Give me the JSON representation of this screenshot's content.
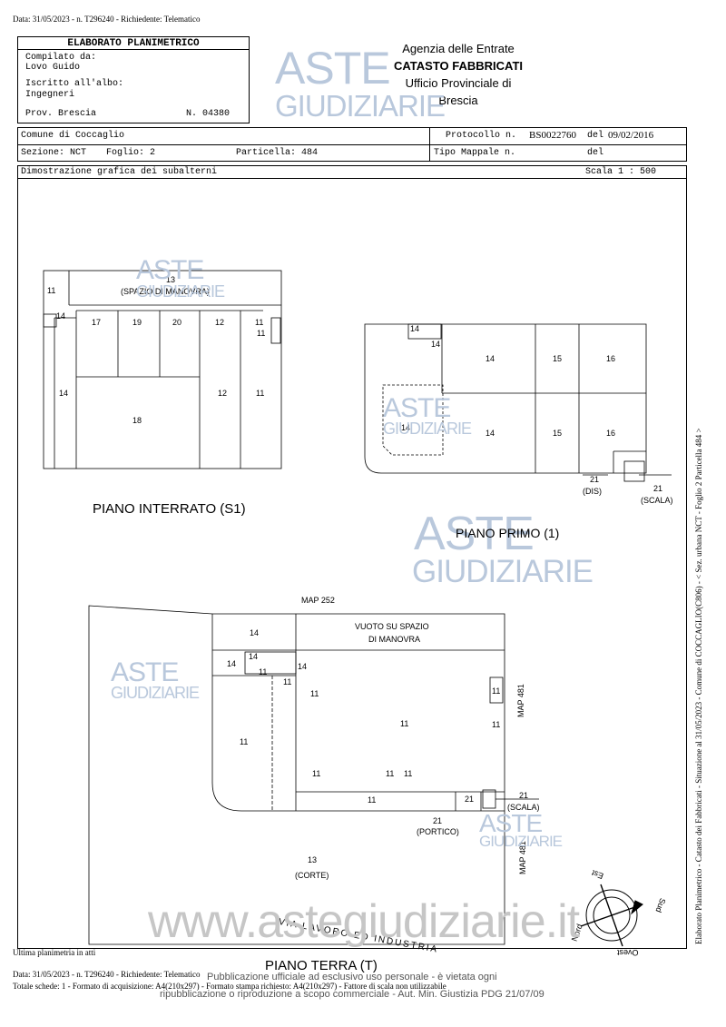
{
  "top_line": "Data: 31/05/2023 - n. T296240 - Richiedente: Telematico",
  "header": {
    "title": "ELABORATO PLANIMETRICO",
    "compilato_label": "Compilato da:",
    "compilato_name": "Lovo Guido",
    "iscritto_label": "Iscritto all'albo:",
    "iscritto_value": "Ingegneri",
    "prov": "Prov. Brescia",
    "numero": "N. 04380",
    "agency_line1": "Agenzia delle Entrate",
    "agency_line2": "CATASTO FABBRICATI",
    "agency_line3": "Ufficio Provinciale di",
    "agency_line4": "Brescia",
    "comune": "Comune di Coccaglio",
    "sezione": "Sezione: NCT",
    "foglio": "Foglio: 2",
    "particella": "Particella: 484",
    "protocollo_label": "Protocollo n.",
    "protocollo_value": "BS0022760",
    "del_label": "del",
    "del_value": "09/02/2016",
    "tipo_mappale": "Tipo Mappale n.",
    "del2": "del",
    "dimostrazione": "Dimostrazione grafica dei subalterni",
    "scala": "Scala 1 : 500"
  },
  "watermark": {
    "word1": "ASTE",
    "word2": "GIUDIZIARIE",
    "site": "www.astegiudiziarie.it"
  },
  "plans": {
    "interrato_title": "PIANO INTERRATO (S1)",
    "primo_title": "PIANO PRIMO (1)",
    "terra_title": "PIANO TERRA (T)",
    "s1": {
      "l13": "13",
      "l13b": "(SPAZIO DI MANOVRA)",
      "l11a": "11",
      "l14a": "14",
      "l17": "17",
      "l19": "19",
      "l20": "20",
      "l12a": "12",
      "l11b": "11",
      "l11c": "11",
      "l14b": "14",
      "l18": "18",
      "l12b": "12",
      "l11d": "11"
    },
    "p1": {
      "l14a": "14",
      "l14b": "14",
      "l14c": "14",
      "l15a": "15",
      "l16a": "16",
      "l14d": "14",
      "l14e": "14",
      "l15b": "15",
      "l16b": "16",
      "l21a": "21",
      "l21dis": "(DIS)",
      "l21b": "21",
      "l21scala": "(SCALA)"
    },
    "pt": {
      "map252": "MAP 252",
      "l14a": "14",
      "vuoto1": "VUOTO SU SPAZIO",
      "vuoto2": "DI MANOVRA",
      "l14b": "14",
      "l14c": "14",
      "l14d": "14",
      "l11a": "11",
      "l11b": "11",
      "l11c": "11",
      "l11d": "11",
      "l11e": "11",
      "map481a": "MAP 481",
      "l11f": "11",
      "l11g": "11",
      "l11h": "11",
      "l11i": "11",
      "l11j": "11",
      "l21a": "21",
      "l21b": "21",
      "l21scala": "(SCALA)",
      "l21c": "21",
      "portico": "(PORTICO)",
      "map481b": "MAP 481",
      "l13": "13",
      "corte": "(CORTE)",
      "street": "VIA LAVORO ED INDUSTRIA"
    },
    "compass": {
      "est": "Est",
      "sud": "Sud",
      "ovest": "Ovest",
      "nord": "Nord"
    }
  },
  "side_text": "Elaborato Planimetrico - Catasto dei Fabbricati - Situazione al 31/05/2023 - Comune di COCCAGLIO(C806) - < Sez. urbana NCT - Foglio 2 Particella 484 >",
  "footer": {
    "ultima": "Ultima planimetria in atti",
    "line1": "Data: 31/05/2023 - n. T296240 - Richiedente: Telematico",
    "line2": "Totale schede: 1 - Formato di acquisizione: A4(210x297) - Formato stampa richiesto: A4(210x297) - Fattore di scala non utilizzabile",
    "disclaimer1": "Pubblicazione ufficiale ad esclusivo uso personale - è vietata ogni",
    "disclaimer2": "ripubblicazione o riproduzione a scopo commerciale - Aut. Min. Giustizia PDG 21/07/09"
  }
}
